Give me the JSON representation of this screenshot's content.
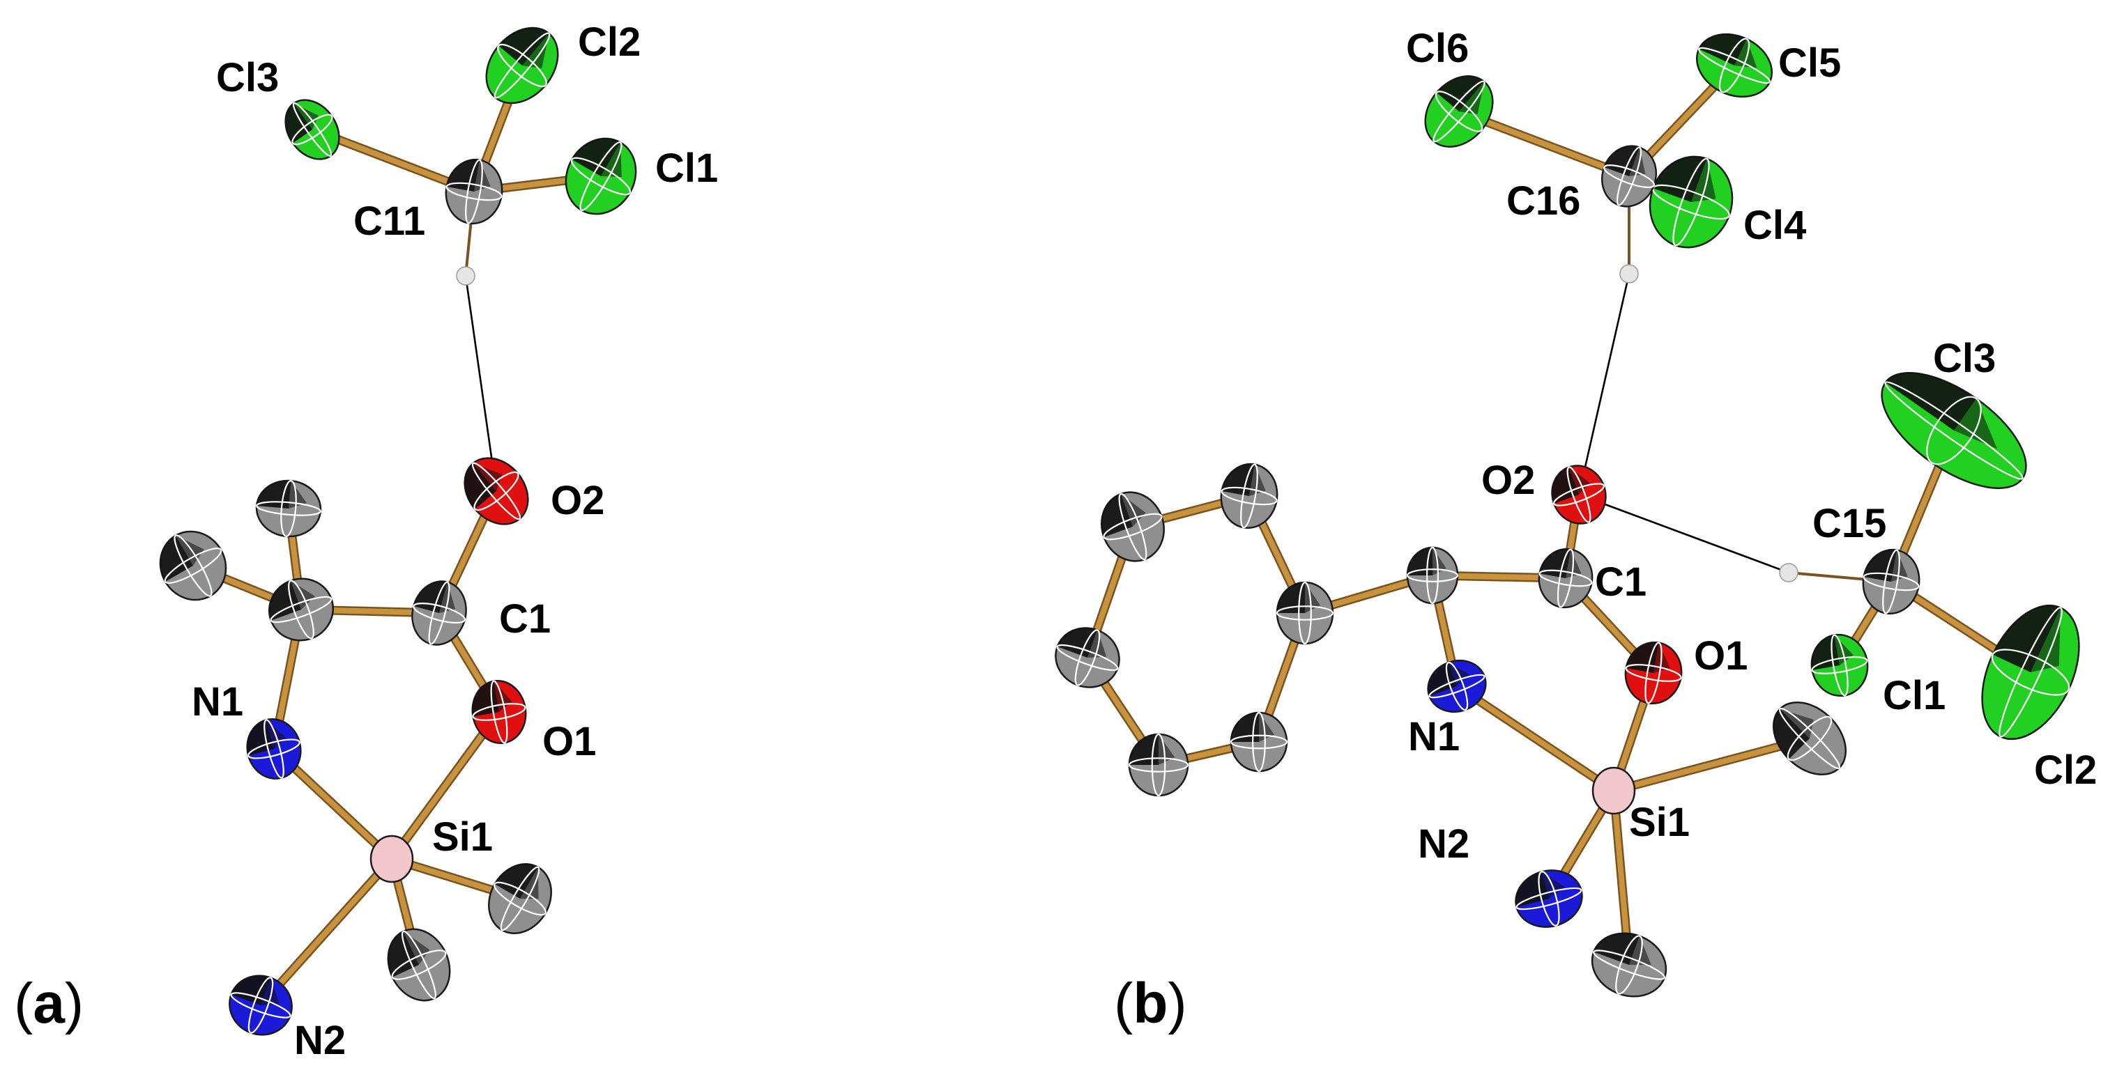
{
  "figure": {
    "colors": {
      "background": "#ffffff",
      "bond": "#c8933e",
      "bond_edge": "#7a5420",
      "carbon": "#8f8f8f",
      "carbon_dark": "#222222",
      "chlorine": "#22d022",
      "nitrogen": "#1a1ad8",
      "oxygen": "#e01010",
      "silicon": "#f2c8cc",
      "hydrogen": "#e6e6e6",
      "hbond": "#000000",
      "octant": "#111111",
      "principal_axis": "#ffffff"
    },
    "panels": [
      {
        "id": "a",
        "label": {
          "open": "(",
          "letter": "a",
          "close": ")"
        },
        "atoms": [
          {
            "id": "Cl3",
            "label": "Cl3",
            "element": "Cl"
          },
          {
            "id": "Cl2",
            "label": "Cl2",
            "element": "Cl"
          },
          {
            "id": "Cl1",
            "label": "Cl1",
            "element": "Cl"
          },
          {
            "id": "C11",
            "label": "C11",
            "element": "C"
          },
          {
            "id": "H11",
            "label": "",
            "element": "H"
          },
          {
            "id": "O2",
            "label": "O2",
            "element": "O"
          },
          {
            "id": "C1",
            "label": "C1",
            "element": "C"
          },
          {
            "id": "C2",
            "label": "",
            "element": "C"
          },
          {
            "id": "C3",
            "label": "",
            "element": "C"
          },
          {
            "id": "C4",
            "label": "",
            "element": "C"
          },
          {
            "id": "N1",
            "label": "N1",
            "element": "N"
          },
          {
            "id": "O1",
            "label": "O1",
            "element": "O"
          },
          {
            "id": "Si1",
            "label": "Si1",
            "element": "Si"
          },
          {
            "id": "C5",
            "label": "",
            "element": "C"
          },
          {
            "id": "C6",
            "label": "",
            "element": "C"
          },
          {
            "id": "N2",
            "label": "N2",
            "element": "N"
          }
        ],
        "bonds": [
          [
            "C11",
            "Cl3"
          ],
          [
            "C11",
            "Cl2"
          ],
          [
            "C11",
            "Cl1"
          ],
          [
            "C11",
            "H11"
          ],
          [
            "C1",
            "O2"
          ],
          [
            "C2",
            "C1"
          ],
          [
            "C2",
            "C3"
          ],
          [
            "C2",
            "C4"
          ],
          [
            "C2",
            "N1"
          ],
          [
            "C1",
            "O1"
          ],
          [
            "N1",
            "Si1"
          ],
          [
            "O1",
            "Si1"
          ],
          [
            "Si1",
            "C5"
          ],
          [
            "Si1",
            "C6"
          ],
          [
            "Si1",
            "N2"
          ]
        ],
        "hbonds": [
          [
            "H11",
            "O2"
          ]
        ]
      },
      {
        "id": "b",
        "label": {
          "open": "(",
          "letter": "b",
          "close": ")"
        },
        "atoms": [
          {
            "id": "Cl6",
            "label": "Cl6",
            "element": "Cl"
          },
          {
            "id": "Cl5",
            "label": "Cl5",
            "element": "Cl"
          },
          {
            "id": "Cl4",
            "label": "Cl4",
            "element": "Cl"
          },
          {
            "id": "C16",
            "label": "C16",
            "element": "C"
          },
          {
            "id": "H16",
            "label": "",
            "element": "H"
          },
          {
            "id": "Cl3",
            "label": "Cl3",
            "element": "Cl"
          },
          {
            "id": "C15",
            "label": "C15",
            "element": "C"
          },
          {
            "id": "H15",
            "label": "",
            "element": "H"
          },
          {
            "id": "Cl1",
            "label": "Cl1",
            "element": "Cl"
          },
          {
            "id": "Cl2",
            "label": "Cl2",
            "element": "Cl"
          },
          {
            "id": "O2",
            "label": "O2",
            "element": "O"
          },
          {
            "id": "C1",
            "label": "C1",
            "element": "C"
          },
          {
            "id": "C2",
            "label": "",
            "element": "C"
          },
          {
            "id": "O1",
            "label": "O1",
            "element": "O"
          },
          {
            "id": "N1",
            "label": "N1",
            "element": "N"
          },
          {
            "id": "Si1",
            "label": "Si1",
            "element": "Si"
          },
          {
            "id": "N2",
            "label": "N2",
            "element": "N"
          },
          {
            "id": "C3",
            "label": "",
            "element": "C"
          },
          {
            "id": "C4",
            "label": "",
            "element": "C"
          },
          {
            "id": "Ph1",
            "label": "",
            "element": "C"
          },
          {
            "id": "Ph2",
            "label": "",
            "element": "C"
          },
          {
            "id": "Ph3",
            "label": "",
            "element": "C"
          },
          {
            "id": "Ph4",
            "label": "",
            "element": "C"
          },
          {
            "id": "Ph5",
            "label": "",
            "element": "C"
          },
          {
            "id": "Ph6",
            "label": "",
            "element": "C"
          }
        ],
        "bonds": [
          [
            "C16",
            "Cl6"
          ],
          [
            "C16",
            "Cl5"
          ],
          [
            "C16",
            "Cl4"
          ],
          [
            "C16",
            "H16"
          ],
          [
            "C15",
            "Cl3"
          ],
          [
            "C15",
            "Cl1"
          ],
          [
            "C15",
            "Cl2"
          ],
          [
            "C15",
            "H15"
          ],
          [
            "C1",
            "O2"
          ],
          [
            "C2",
            "C1"
          ],
          [
            "C1",
            "O1"
          ],
          [
            "C2",
            "N1"
          ],
          [
            "N1",
            "Si1"
          ],
          [
            "O1",
            "Si1"
          ],
          [
            "Si1",
            "N2"
          ],
          [
            "Si1",
            "C3"
          ],
          [
            "Si1",
            "C4"
          ],
          [
            "C2",
            "Ph1"
          ],
          [
            "Ph1",
            "Ph2"
          ],
          [
            "Ph2",
            "Ph3"
          ],
          [
            "Ph3",
            "Ph4"
          ],
          [
            "Ph4",
            "Ph5"
          ],
          [
            "Ph5",
            "Ph6"
          ],
          [
            "Ph6",
            "Ph1"
          ]
        ],
        "hbonds": [
          [
            "H16",
            "O2"
          ],
          [
            "O2",
            "H15"
          ]
        ]
      }
    ]
  }
}
